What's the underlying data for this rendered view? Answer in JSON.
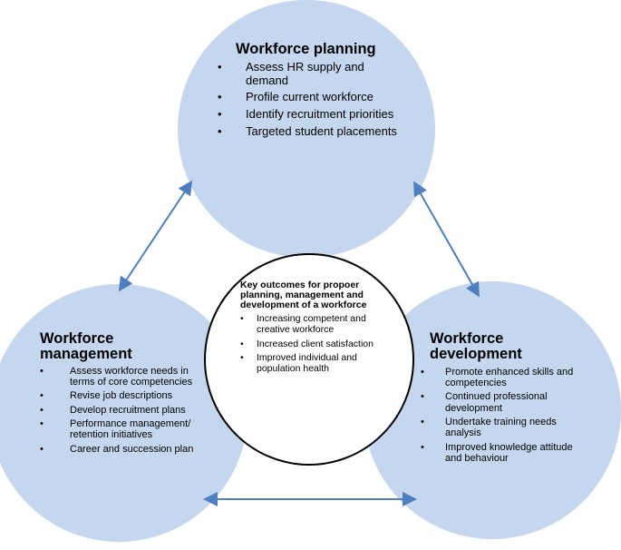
{
  "colors": {
    "circle_fill": "#c5d7ee",
    "center_fill": "#ffffff",
    "center_stroke": "#000000",
    "arrow": "#4f7fbf"
  },
  "bullet_symbol": "•",
  "planning": {
    "title": "Workforce planning",
    "items": [
      "Assess HR supply and demand",
      "Profile current workforce",
      "Identify recruitment priorities",
      " Targeted student placements"
    ]
  },
  "management": {
    "title": "Workforce management",
    "items": [
      "Assess workforce needs in terms of core competencies",
      "Revise job descriptions",
      " Develop recruitment plans",
      "Performance management/ retention initiatives",
      "Career and succession plan"
    ]
  },
  "development": {
    "title": "Workforce development",
    "items": [
      " Promote enhanced skills and competencies",
      "Continued professional development",
      "Undertake training needs analysis",
      "Improved knowledge attitude and behaviour"
    ]
  },
  "outcomes": {
    "title": "Key outcomes for propoer planning, management and development of a workforce",
    "items": [
      "Increasing competent and creative workforce",
      "Increased client satisfaction",
      "Improved individual and population health"
    ]
  }
}
